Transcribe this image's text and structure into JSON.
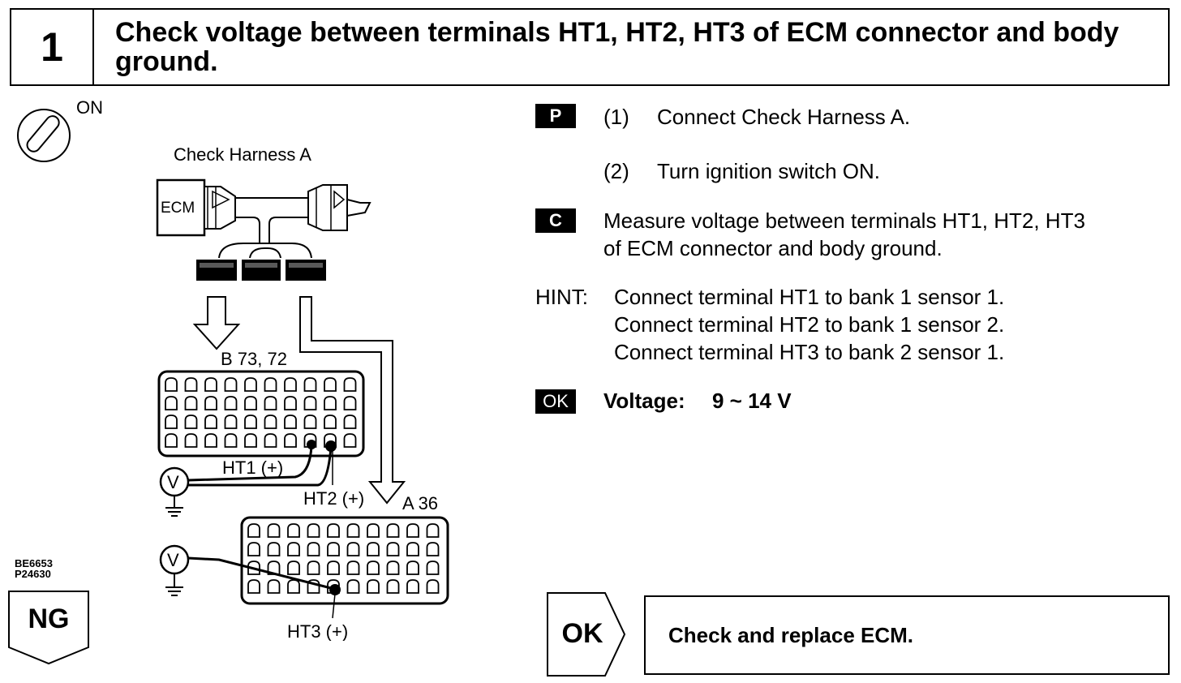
{
  "header": {
    "step_number": "1",
    "title": "Check voltage between terminals HT1, HT2, HT3 of ECM connector and body ground."
  },
  "diagram": {
    "ignition_label": "ON",
    "harness_label": "Check Harness A",
    "ecm_label": "ECM",
    "connector_b_label": "B 73, 72",
    "connector_a_label": "A 36",
    "ht1_label": "HT1 (+)",
    "ht2_label": "HT2 (+)",
    "ht3_label": "HT3 (+)",
    "voltmeter_symbol": "V",
    "figure_ids": [
      "BE6653",
      "P24630"
    ]
  },
  "procedure": {
    "p_tag": "P",
    "step1_num": "(1)",
    "step1_text": "Connect Check Harness A.",
    "step2_num": "(2)",
    "step2_text": "Turn ignition switch ON.",
    "c_tag": "C",
    "measure_line1": "Measure voltage between terminals HT1, HT2, HT3",
    "measure_line2": "of ECM connector and body ground.",
    "hint_label": "HINT:",
    "hint_lines": [
      "Connect terminal HT1 to bank 1 sensor 1.",
      "Connect terminal HT2 to bank 1 sensor 2.",
      "Connect terminal HT3 to bank 2 sensor 1."
    ],
    "ok_tag": "OK",
    "spec_label": "Voltage:",
    "spec_value": "9 ~ 14 V"
  },
  "results": {
    "ng_label": "NG",
    "ok_label": "OK",
    "ok_action": "Check and replace ECM."
  }
}
